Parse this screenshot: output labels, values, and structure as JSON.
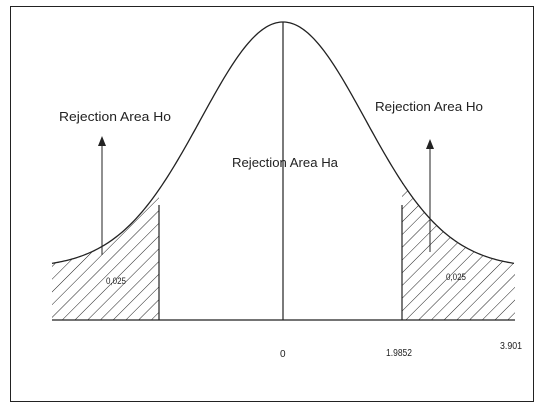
{
  "diagram": {
    "labels": {
      "left_rejection": "Rejection Area  Ho",
      "right_rejection": "Rejection Area Ho",
      "center": "Rejection Area Ha",
      "left_area_value": "0,025",
      "right_area_value": "0,025"
    },
    "axis": {
      "ticks": [
        "0",
        "1.9852",
        "3.901"
      ]
    },
    "colors": {
      "line": "#222222",
      "background": "#ffffff"
    }
  }
}
